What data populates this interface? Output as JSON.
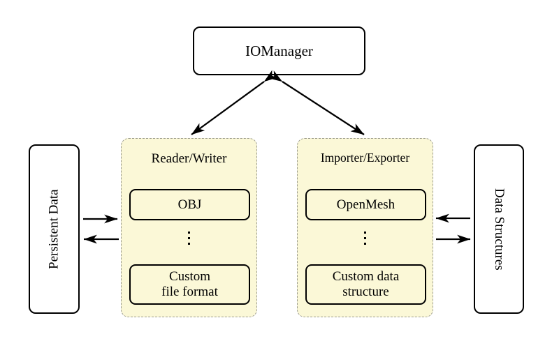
{
  "diagram": {
    "title_node": {
      "label": "IOManager"
    },
    "left_store": {
      "label": "Persistent Data"
    },
    "right_store": {
      "label": "Data Structures"
    },
    "panels": [
      {
        "name": "reader-writer",
        "title": "Reader/Writer",
        "top_item": "OBJ",
        "ellipsis": "⋮",
        "bottom_item_line1": "Custom",
        "bottom_item_line2": "file format"
      },
      {
        "name": "importer-exporter",
        "title": "Importer/Exporter",
        "top_item": "OpenMesh",
        "ellipsis": "⋮",
        "bottom_item_line1": "Custom data",
        "bottom_item_line2": "structure"
      }
    ],
    "connectors": [
      {
        "name": "iomanager-to-reader-writer",
        "style": "double-headed-diagonal"
      },
      {
        "name": "iomanager-to-importer-exporter",
        "style": "double-headed-diagonal"
      },
      {
        "name": "persistent-data-to-reader-writer",
        "style": "single-head-right"
      },
      {
        "name": "reader-writer-to-persistent-data",
        "style": "single-head-left"
      },
      {
        "name": "data-structures-to-importer-exporter",
        "style": "single-head-left"
      },
      {
        "name": "importer-exporter-to-data-structures",
        "style": "single-head-right"
      }
    ],
    "colors": {
      "panel_fill": "#FBF8D7",
      "panel_border": "#9b9b8e",
      "stroke": "#000000",
      "background": "#ffffff"
    }
  }
}
